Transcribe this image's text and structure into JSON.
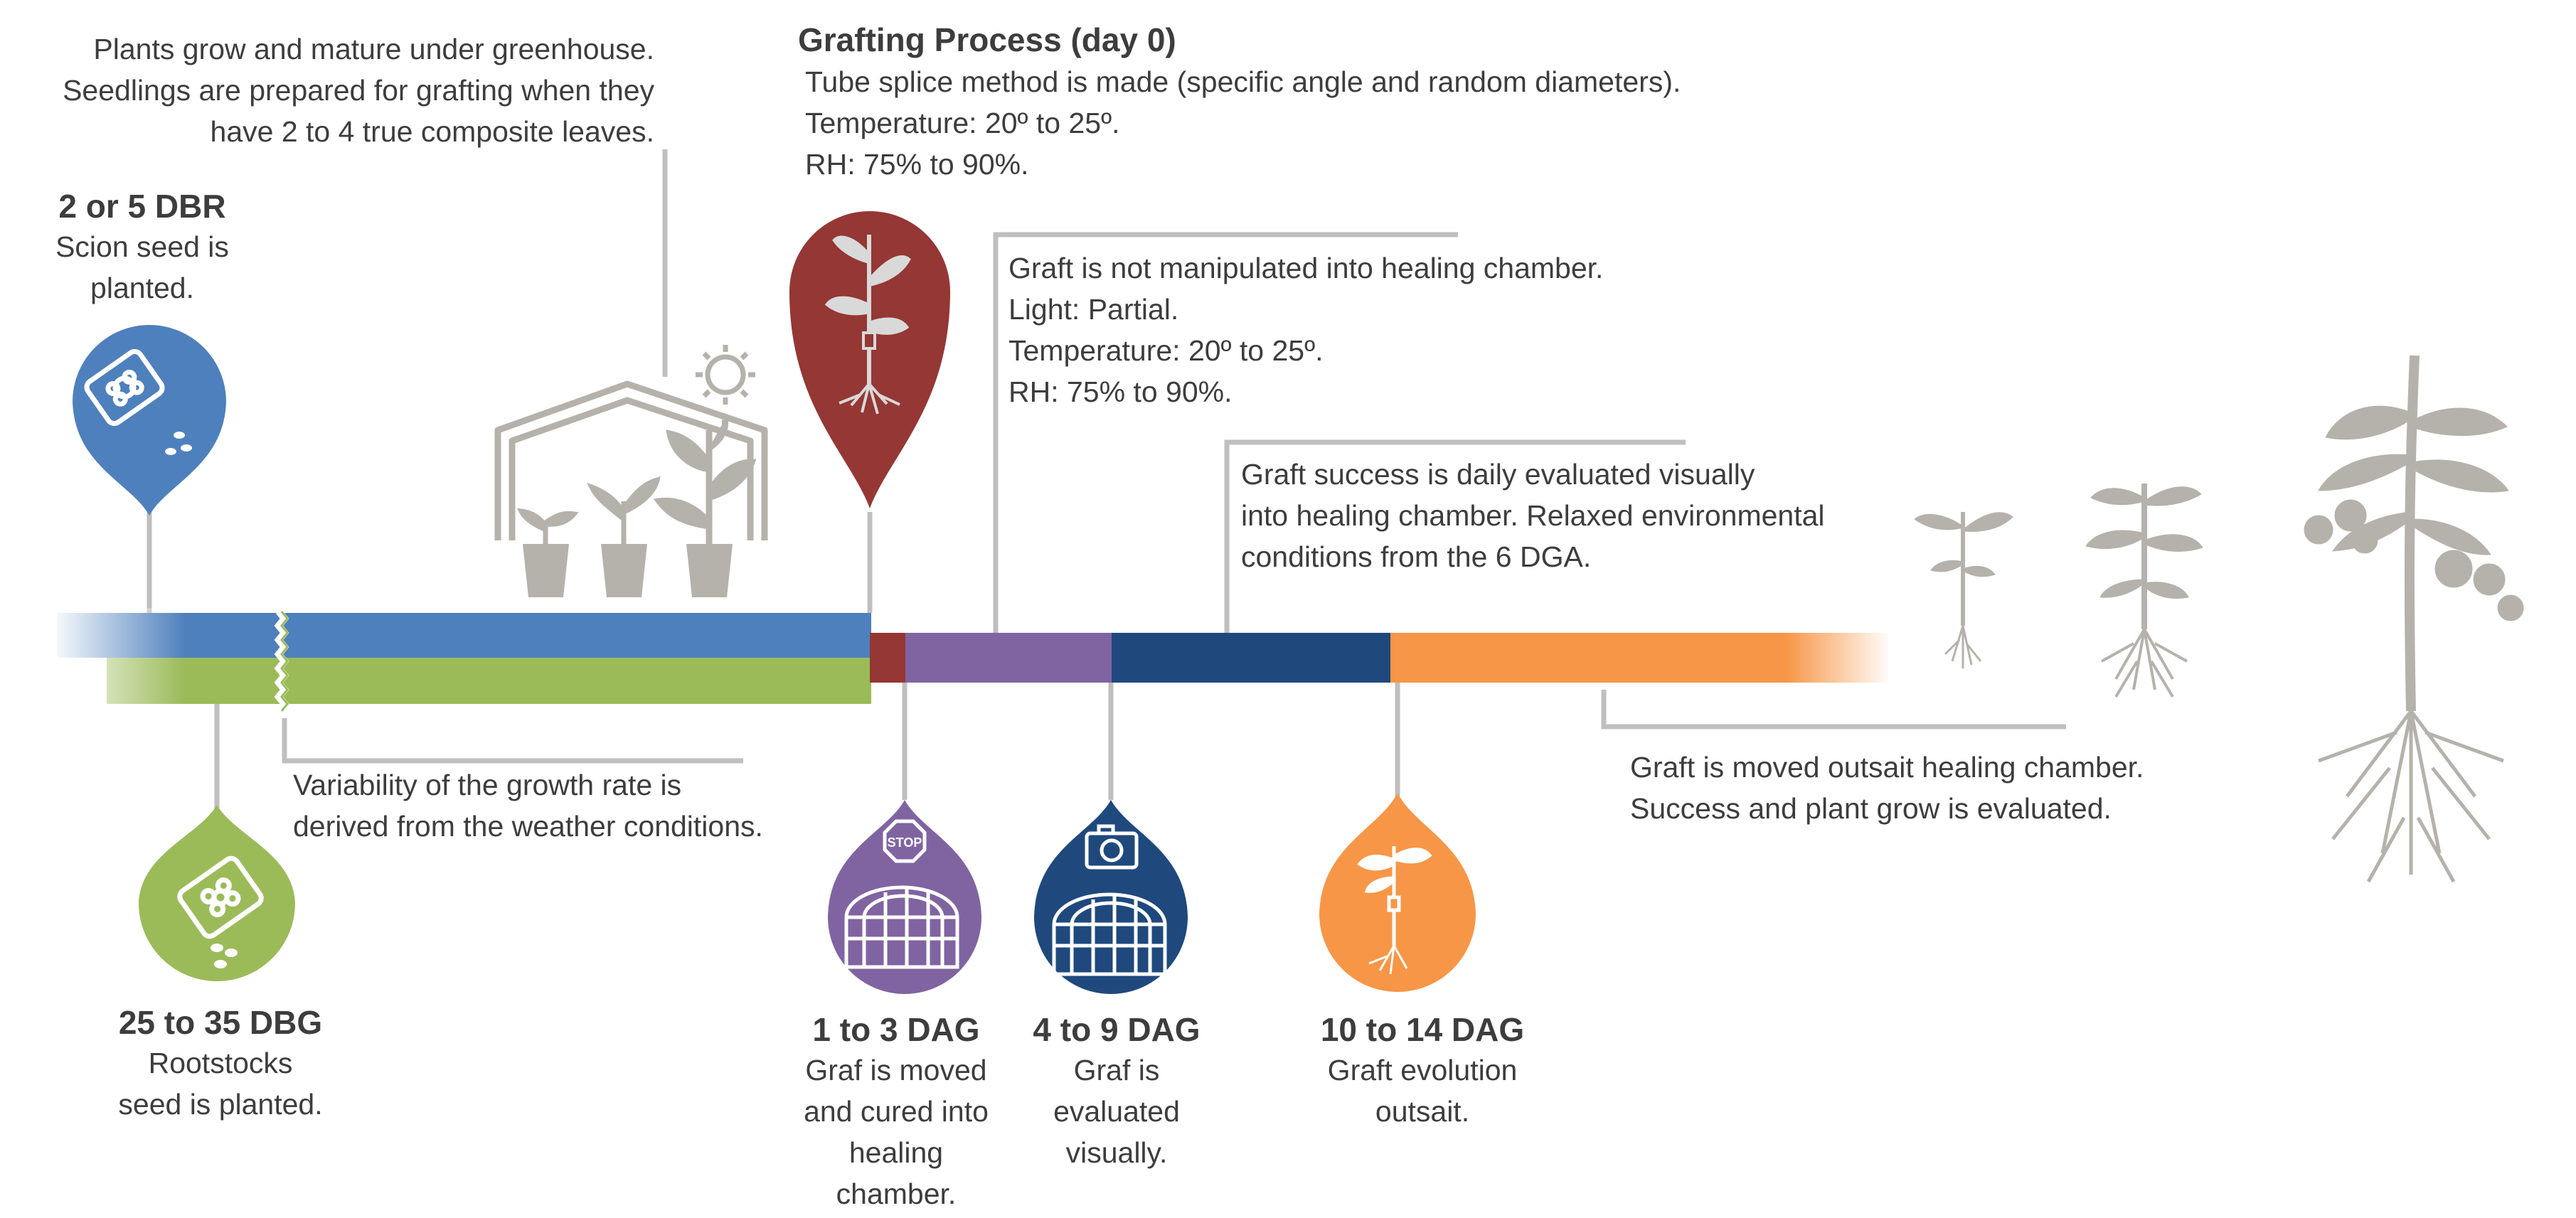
{
  "colors": {
    "blue": "#4e80bd",
    "green": "#9bbb59",
    "red": "#953734",
    "purple": "#8064a2",
    "navy": "#1f497d",
    "orange": "#f79646",
    "gray": "#bfbfbf",
    "plant_gray": "#b4b2aa",
    "text": "#3d3d3d"
  },
  "icons": [
    "seed-packet-icon",
    "seed-packet-green-icon",
    "greenhouse-icon",
    "sun-icon",
    "grafted-seedling-icon",
    "stop-sign-icon",
    "healing-chamber-icon",
    "camera-icon",
    "small-plant-icon",
    "medium-plant-icon",
    "tomato-plant-icon"
  ],
  "annotations": {
    "greenhouse_note": [
      "Plants grow and mature under greenhouse.",
      "Seedlings are prepared for grafting when they",
      "have 2 to 4 true composite leaves."
    ],
    "grafting_title": "Grafting Process (day 0)",
    "grafting_note": [
      "Tube splice method is made (specific angle and random diameters).",
      "Temperature: 20º to 25º.",
      "RH: 75% to 90%."
    ],
    "chamber_note": [
      "Graft is not manipulated into healing chamber.",
      "Light: Partial.",
      "Temperature: 20º to 25º.",
      "RH: 75% to 90%."
    ],
    "evaluation_note": [
      "Graft success is daily evaluated visually",
      "into healing chamber. Relaxed environmental",
      "conditions from the 6 DGA."
    ],
    "variability_note": [
      "Variability of the growth rate is",
      "derived from the weather conditions."
    ],
    "outside_note": [
      "Graft is moved outsait healing chamber.",
      "Success and plant grow is evaluated."
    ]
  },
  "milestones": {
    "scion": {
      "title": "2 or 5 DBR",
      "lines": [
        "Scion seed is",
        "planted."
      ]
    },
    "rootstock": {
      "title": "25 to 35 DBG",
      "lines": [
        "Rootstocks",
        "seed is planted."
      ]
    },
    "dag_1_3": {
      "title": "1 to 3 DAG",
      "lines": [
        "Graf is moved",
        "and cured into",
        "healing",
        "chamber."
      ]
    },
    "dag_4_9": {
      "title": "4 to 9 DAG",
      "lines": [
        "Graf is",
        "evaluated",
        "visually."
      ]
    },
    "dag_10_14": {
      "title": "10 to 14 DAG",
      "lines": [
        "Graft evolution",
        "outsait."
      ]
    }
  },
  "stop_label": "STOP"
}
